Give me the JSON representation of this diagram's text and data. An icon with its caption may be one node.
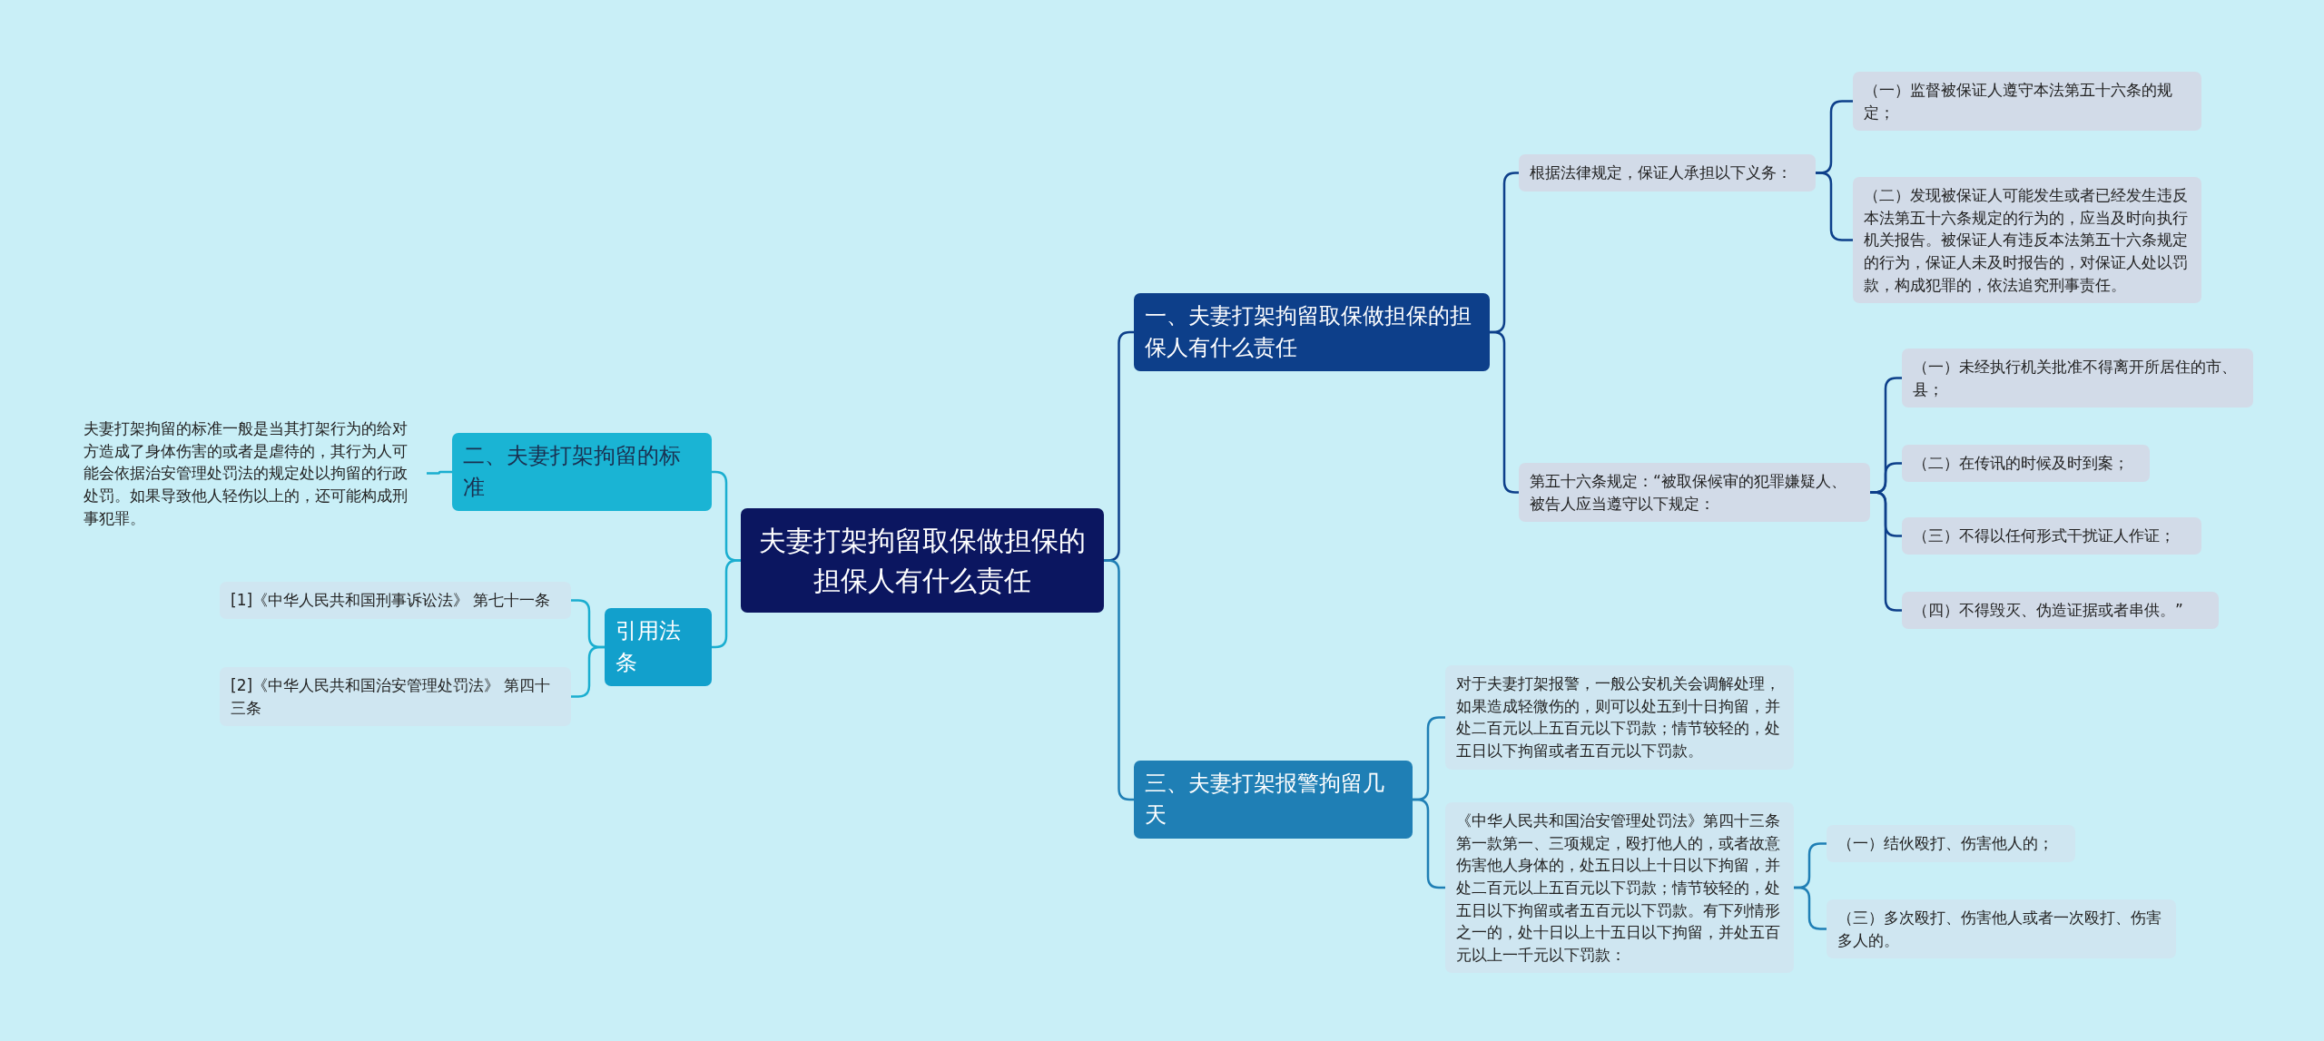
{
  "diagram": {
    "nodes": [
      {
        "text": [
          "夫妻打架拘留取保做担保的担保人有什么责任"
        ]
      },
      {
        "text": [
          "一、夫妻打架拘留取保做担保的担保人有什么责任"
        ]
      },
      {
        "text": [
          "根据法律规定，保证人承担以下义务："
        ]
      },
      {
        "text": [
          "（一）监督被保证人遵守本法第五十六条的规定；"
        ]
      },
      {
        "text": [
          "（二）发现被保证人可能发生或者已经发生违反本法第五十六条规定的行为的，应当及时向执行机关报告。被保证人有违反本法第五十六条规定的行为，保证人未及时报告的，对保证人处以罚款，构成犯罪的，依法追究刑事责任。"
        ]
      },
      {
        "text": [
          "第五十六条规定：“被取保候审的犯罪嫌疑人、被告人应当遵守以下规定："
        ]
      },
      {
        "text": [
          "（一）未经执行机关批准不得离开所居住的市、县；"
        ]
      },
      {
        "text": [
          "（二）在传讯的时候及时到案；"
        ]
      },
      {
        "text": [
          "（三）不得以任何形式干扰证人作证；"
        ]
      },
      {
        "text": [
          "（四）不得毁灭、伪造证据或者串供。”"
        ]
      },
      {
        "text": [
          "三、夫妻打架报警拘留几天"
        ]
      },
      {
        "text": [
          "对于夫妻打架报警，一般公安机关会调解处理，如果造成轻微伤的，则可以处五到十日拘留，并处二百元以上五百元以下罚款；情节较轻的，处五日以下拘留或者五百元以下罚款。"
        ]
      },
      {
        "text": [
          "《中华人民共和国治安管理处罚法》第四十三条第一款第一、三项规定，殴打他人的，或者故意伤害他人身体的，处五日以上十日以下拘留，并处二百元以上五百元以下罚款；情节较轻的，处五日以下拘留或者五百元以下罚款。有下列情形之一的，处十日以上十五日以下拘留，并处五百元以上一千元以下罚款："
        ]
      },
      {
        "text": [
          "（一）结伙殴打、伤害他人的；"
        ]
      },
      {
        "text": [
          "（三）多次殴打、伤害他人或者一次殴打、伤害多人的。"
        ]
      },
      {
        "text": [
          "二、夫妻打架拘留的标准"
        ]
      },
      {
        "text": [
          "夫妻打架拘留的标准一般是当其打架行为的给对方造成了身体伤害的或者是虐待的，其行为人可能会依据治安管理处罚法的规定处以拘留的行政处罚。如果导致他人轻伤以上的，还可能构成刑事犯罪。"
        ]
      },
      {
        "text": [
          "引用法条"
        ]
      },
      {
        "text": [
          "[1]《中华人民共和国刑事诉讼法》 第七十一条"
        ]
      },
      {
        "text": [
          "[2]《中华人民共和国治安管理处罚法》 第四十三条"
        ]
      }
    ],
    "edges": [
      {
        "from": 0,
        "to": 1,
        "arrow": "none"
      },
      {
        "from": 1,
        "to": 2,
        "arrow": "none"
      },
      {
        "from": 2,
        "to": 3,
        "arrow": "none"
      },
      {
        "from": 2,
        "to": 4,
        "arrow": "none"
      },
      {
        "from": 1,
        "to": 5,
        "arrow": "none"
      },
      {
        "from": 5,
        "to": 6,
        "arrow": "none"
      },
      {
        "from": 5,
        "to": 7,
        "arrow": "none"
      },
      {
        "from": 5,
        "to": 8,
        "arrow": "none"
      },
      {
        "from": 5,
        "to": 9,
        "arrow": "none"
      },
      {
        "from": 0,
        "to": 10,
        "arrow": "none",
        "color": "#1f7fb5"
      },
      {
        "from": 10,
        "to": 11,
        "arrow": "none",
        "color": "#1f7fb5"
      },
      {
        "from": 10,
        "to": 12,
        "arrow": "none",
        "color": "#1f7fb5"
      },
      {
        "from": 12,
        "to": 13,
        "arrow": "none",
        "color": "#1f7fb5"
      },
      {
        "from": 12,
        "to": 14,
        "arrow": "none",
        "color": "#1f7fb5"
      },
      {
        "from": 0,
        "to": 15,
        "arrow": "none",
        "color": "#1aaed0"
      },
      {
        "from": 15,
        "to": 16,
        "arrow": "none",
        "color": "#1aaed0"
      },
      {
        "from": 0,
        "to": 17,
        "arrow": "none",
        "color": "#1aaed0"
      },
      {
        "from": 17,
        "to": 18,
        "arrow": "none",
        "color": "#1aaed0"
      },
      {
        "from": 17,
        "to": 19,
        "arrow": "none",
        "color": "#1aaed0"
      }
    ]
  }
}
